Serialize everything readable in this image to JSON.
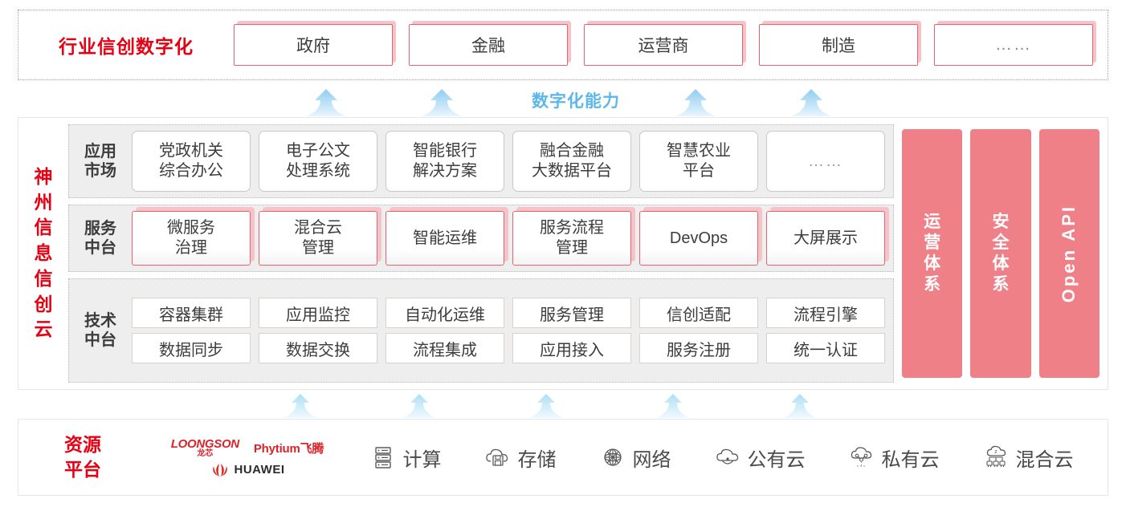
{
  "colors": {
    "brand_red": "#e60012",
    "pink": "#ef8088",
    "pink_shadow": "#f6c3c9",
    "box_border_red": "#e8636f",
    "arrow_blue": "#9fd5f2",
    "capability_text": "#5cb8ea",
    "panel_gray": "#eeeeee"
  },
  "industry": {
    "title": "行业信创数字化",
    "boxes": [
      {
        "label": "政府"
      },
      {
        "label": "金融"
      },
      {
        "label": "运营商"
      },
      {
        "label": "制造"
      },
      {
        "label": "……"
      }
    ]
  },
  "capability": {
    "label": "数字化能力",
    "arrow_count": 4
  },
  "platform": {
    "title_chars": [
      "神",
      "州",
      "信",
      "息",
      "信",
      "创",
      "云"
    ],
    "rows": [
      {
        "label_lines": [
          "应用",
          "市场"
        ],
        "style": "app",
        "items": [
          {
            "line1": "党政机关",
            "line2": "综合办公"
          },
          {
            "line1": "电子公文",
            "line2": "处理系统"
          },
          {
            "line1": "智能银行",
            "line2": "解决方案"
          },
          {
            "line1": "融合金融",
            "line2": "大数据平台"
          },
          {
            "line1": "智慧农业",
            "line2": "平台"
          },
          {
            "line1": "……",
            "line2": ""
          }
        ]
      },
      {
        "label_lines": [
          "服务",
          "中台"
        ],
        "style": "service",
        "items": [
          {
            "line1": "微服务",
            "line2": "治理"
          },
          {
            "line1": "混合云",
            "line2": "管理"
          },
          {
            "line1": "智能运维",
            "line2": ""
          },
          {
            "line1": "服务流程",
            "line2": "管理"
          },
          {
            "line1": "DevOps",
            "line2": ""
          },
          {
            "line1": "大屏展示",
            "line2": ""
          }
        ]
      },
      {
        "label_lines": [
          "技术",
          "中台"
        ],
        "style": "tech",
        "lines": [
          [
            "容器集群",
            "应用监控",
            "自动化运维",
            "服务管理",
            "信创适配",
            "流程引擎"
          ],
          [
            "数据同步",
            "数据交换",
            "流程集成",
            "应用接入",
            "服务注册",
            "统一认证"
          ]
        ]
      }
    ],
    "pillars": [
      {
        "text": "运营体系",
        "chars": [
          "运",
          "营",
          "体",
          "系"
        ],
        "mode": "cjk-stack"
      },
      {
        "text": "安全体系",
        "chars": [
          "安",
          "全",
          "体",
          "系"
        ],
        "mode": "cjk-stack"
      },
      {
        "text": "Open API",
        "mode": "rotated"
      }
    ]
  },
  "lower_arrows": {
    "arrow_count": 5
  },
  "resource": {
    "title_lines": [
      "资源",
      "平台"
    ],
    "vendors": [
      {
        "name": "LOONGSON",
        "cn": "龙芯",
        "icon": "loongson-logo"
      },
      {
        "name": "Phytium飞腾",
        "icon": "phytium-logo"
      },
      {
        "name": "HUAWEI",
        "icon": "huawei-logo"
      }
    ],
    "items": [
      {
        "label": "计算",
        "icon": "server-icon"
      },
      {
        "label": "存储",
        "icon": "cloud-storage-icon"
      },
      {
        "label": "网络",
        "icon": "network-icon"
      },
      {
        "label": "公有云",
        "icon": "public-cloud-icon"
      },
      {
        "label": "私有云",
        "icon": "private-cloud-icon"
      },
      {
        "label": "混合云",
        "icon": "hybrid-cloud-icon"
      }
    ]
  }
}
